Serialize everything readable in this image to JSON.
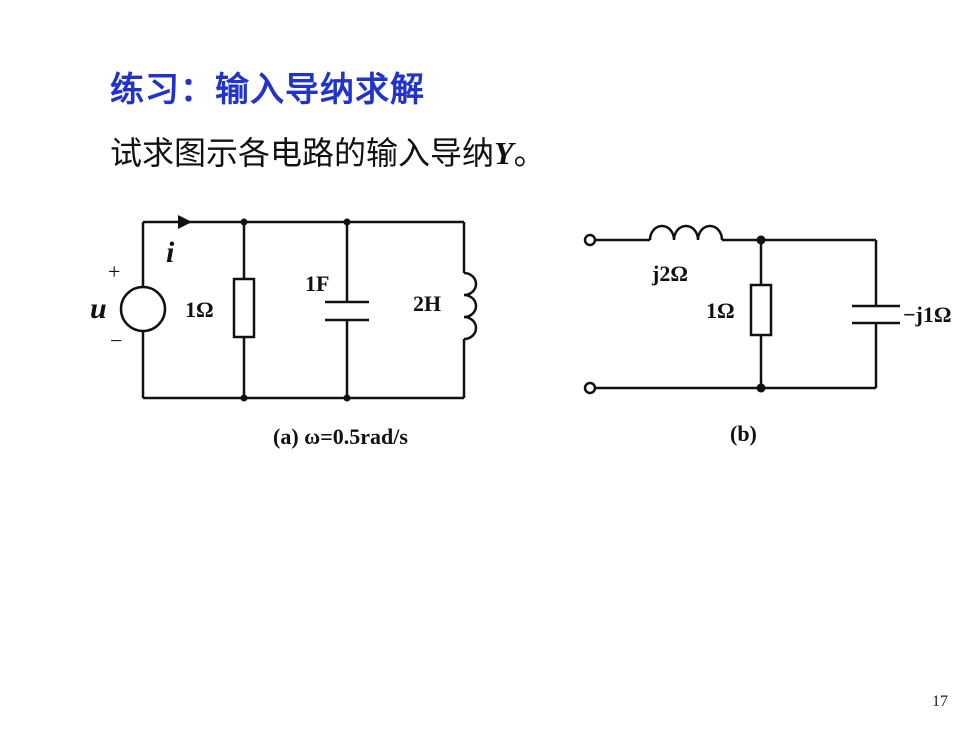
{
  "slide": {
    "title": "练习：输入导纳求解",
    "question_text": "试求图示各电路的输入导纳",
    "question_var": "Y",
    "question_end": "。",
    "page_number": "17"
  },
  "circuit_a": {
    "current_label": "i",
    "source_label": "u",
    "plus_sign": "+",
    "minus_sign": "−",
    "resistor_label": "1Ω",
    "capacitor_label": "1F",
    "inductor_label": "2H",
    "caption": "(a) ω=0.5rad/s"
  },
  "circuit_b": {
    "inductor_label": "j2Ω",
    "resistor_label": "1Ω",
    "capacitor_label": "−j1Ω",
    "caption": "(b)"
  }
}
